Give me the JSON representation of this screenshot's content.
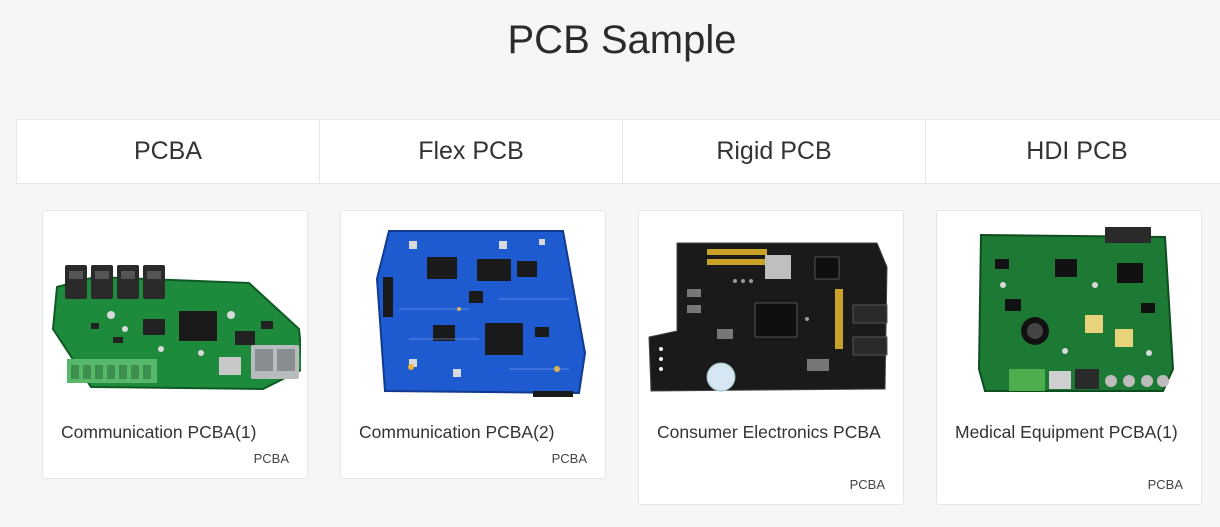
{
  "page": {
    "title": "PCB Sample"
  },
  "tabs": [
    {
      "label": "PCBA"
    },
    {
      "label": "Flex PCB"
    },
    {
      "label": "Rigid PCB"
    },
    {
      "label": "HDI PCB"
    }
  ],
  "cards": [
    {
      "name": "Communication PCBA(1)",
      "category": "PCBA",
      "board_color": "#1e8a3c"
    },
    {
      "name": "Communication PCBA(2)",
      "category": "PCBA",
      "board_color": "#1f5bd0"
    },
    {
      "name": "Consumer Electronics PCBA",
      "category": "PCBA",
      "board_color": "#1a1a1a"
    },
    {
      "name": "Medical Equipment PCBA(1)",
      "category": "PCBA",
      "board_color": "#1d7a34"
    }
  ]
}
